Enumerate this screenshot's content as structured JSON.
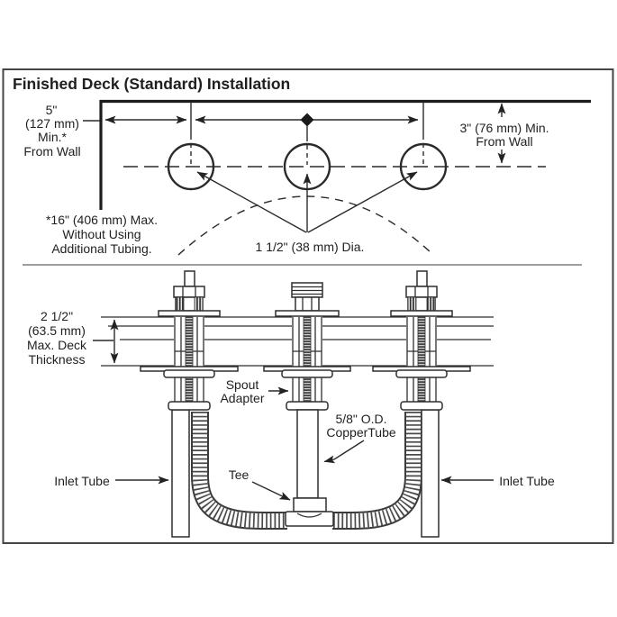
{
  "title": "Finished Deck (Standard) Installation",
  "colors": {
    "background": "#ffffff",
    "line": "#2a2a2a",
    "border": "#454545",
    "divider": "#7d7d7d",
    "diamond": "#1a1a1a"
  },
  "plan": {
    "dim5": {
      "l1": "5\"",
      "l2": "(127 mm)",
      "l3": "Min.*",
      "l4": "From Wall"
    },
    "dim3": {
      "l1": "3\" (76 mm) Min.",
      "l2": "From Wall"
    },
    "note16": {
      "l1": "*16\" (406 mm) Max.",
      "l2": "Without Using",
      "l3": "Additional Tubing."
    },
    "dia": "1 1/2\" (38 mm) Dia."
  },
  "sec": {
    "deck": {
      "l1": "2 1/2\"",
      "l2": "(63.5 mm)",
      "l3": "Max. Deck",
      "l4": "Thickness"
    },
    "spout": {
      "l1": "Spout",
      "l2": "Adapter"
    },
    "copper": {
      "l1": "5/8\" O.D.",
      "l2": "CopperTube"
    },
    "tee": "Tee",
    "inlet_left": "Inlet Tube",
    "inlet_right": "Inlet Tube"
  }
}
